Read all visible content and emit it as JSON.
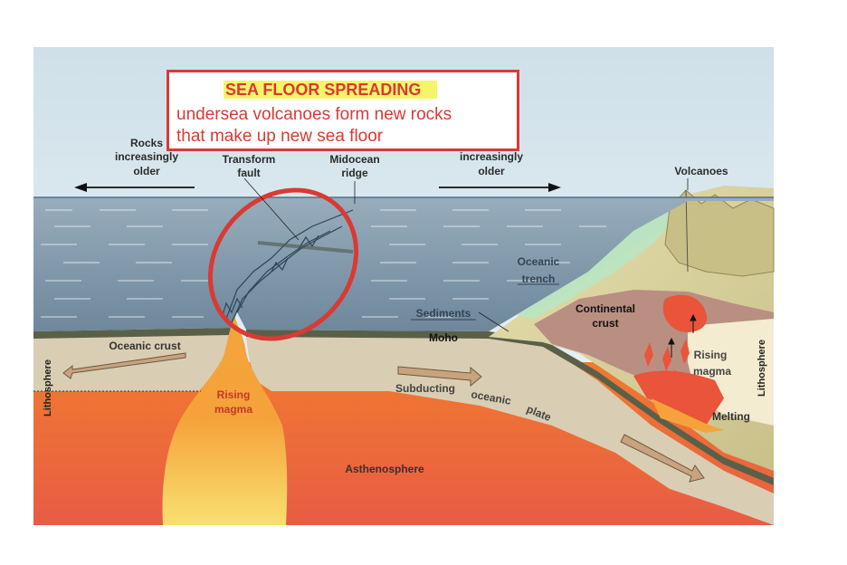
{
  "callout": {
    "title": "SEA FLOOR SPREADING",
    "line1": "undersea volcanoes form new rocks",
    "line2": "that make up new sea floor"
  },
  "labels": {
    "rocks_left_1": "Rocks",
    "rocks_left_2": "increasingly",
    "rocks_left_3": "older",
    "transform_1": "Transform",
    "transform_2": "fault",
    "midocean_1": "Midocean",
    "midocean_2": "ridge",
    "rocks_right_1": "increasingly",
    "rocks_right_2": "older",
    "volcanoes": "Volcanoes",
    "oceanic_trench_1": "Oceanic",
    "oceanic_trench_2": "trench",
    "sediments": "Sediments",
    "continental_crust_1": "Continental",
    "continental_crust_2": "crust",
    "moho": "Moho",
    "oceanic_crust": "Oceanic crust",
    "lithosphere_left": "Lithosphere",
    "lithosphere_right": "Lithosphere",
    "rising_magma_left_1": "Rising",
    "rising_magma_left_2": "magma",
    "rising_magma_right_1": "Rising",
    "rising_magma_right_2": "magma",
    "subducting_1": "Subducting",
    "subducting_2": "oceanic",
    "subducting_3": "plate",
    "melting": "Melting",
    "asthenosphere": "Asthenosphere"
  },
  "colors": {
    "sea": "#7f97aa",
    "sky": "#dde9ef",
    "asthenosphere": "#e8643a",
    "crust": "#d8cdb4",
    "magma": "#f2a23a",
    "highlight": "#d93a34",
    "marker": "#f5f56a"
  }
}
